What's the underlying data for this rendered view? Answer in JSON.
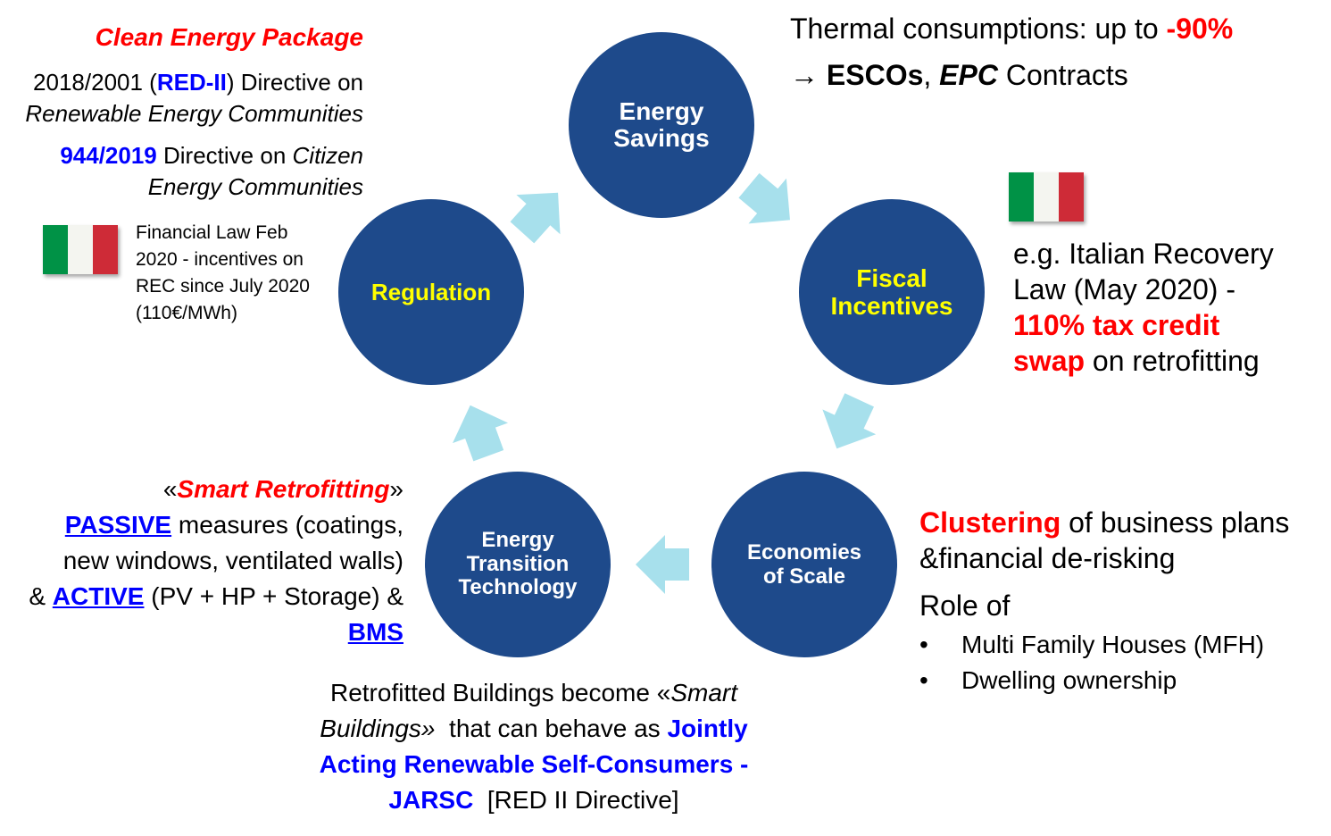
{
  "colors": {
    "circle_fill": "#1E4A8B",
    "arrow_fill": "#A7E0EC",
    "emphasis_red": "#FF0000",
    "emphasis_blue": "#0000FF",
    "circle_label_yellow": "#FFFF00",
    "circle_label_white": "#FFFFFF",
    "flag_green": "#009246",
    "flag_white": "#F4F5F0",
    "flag_red": "#CE2B37"
  },
  "icons": {
    "flag": "italian-flag-icon",
    "cycle_arrow": "block-arrow-icon"
  },
  "cycle": {
    "energy_savings": [
      "Energy",
      "Savings"
    ],
    "fiscal_incentives": [
      "Fiscal",
      "Incentives"
    ],
    "economies_of_scale": [
      "Economies",
      "of Scale"
    ],
    "energy_transition_technology": [
      "Energy",
      "Transition",
      "Technology"
    ],
    "regulation": [
      "Regulation"
    ]
  },
  "regulation_notes": {
    "package_title": "Clean Energy Package",
    "red2_year": "2018/2001 (",
    "red2_code": "RED-II",
    "red2_rest": ") Directive on",
    "red2_subject": "Renewable Energy Communities",
    "ced_code": "944/2019",
    "ced_rest": " Directive on ",
    "ced_subject_1": "Citizen",
    "ced_subject_2": "Energy Communities",
    "financial_law": [
      "Financial Law Feb",
      "2020 - incentives on",
      "REC since July 2020",
      "(110€/MWh)"
    ]
  },
  "savings_notes": {
    "line1_text": "Thermal consumptions: up to ",
    "line1_value": "-90%",
    "line2_escos": "→ ESCOs",
    "line2_sep": ", ",
    "line2_epc": "EPC",
    "line2_rest": " Contracts"
  },
  "fiscal_notes": {
    "line1": "e.g. Italian Recovery",
    "line2": "Law (May 2020) -",
    "line3": "110% tax credit",
    "line4_highlight": "swap",
    "line4_rest": " on retrofitting"
  },
  "scale_notes": {
    "clustering_highlight": "Clustering",
    "clustering_rest": " of business plans",
    "line2": "&financial de-risking",
    "role_heading": "Role of",
    "bullet_marker": "•",
    "bullets": [
      "Multi Family Houses (MFH)",
      "Dwelling ownership"
    ]
  },
  "technology_notes": {
    "open_quote": "«",
    "concept": "Smart Retrofitting",
    "close_quote": "»",
    "passive_label": "PASSIVE",
    "passive_rest": " measures (coatings,",
    "line3": "new windows, ventilated walls)",
    "active_pre": "& ",
    "active_label": "ACTIVE",
    "active_rest": " (PV + HP + Storage) &",
    "bms_label": "BMS"
  },
  "buildings_notes": {
    "line1_text": "Retrofitted Buildings become «",
    "line1_italic": "Smart",
    "line2_italic": "Buildings»",
    "line2_text": "  that can behave as ",
    "line2_highlight": "Jointly",
    "line3": "Acting Renewable Self-Consumers -",
    "line4_highlight": "JARSC",
    "line4_text": "  [RED II Directive]"
  }
}
